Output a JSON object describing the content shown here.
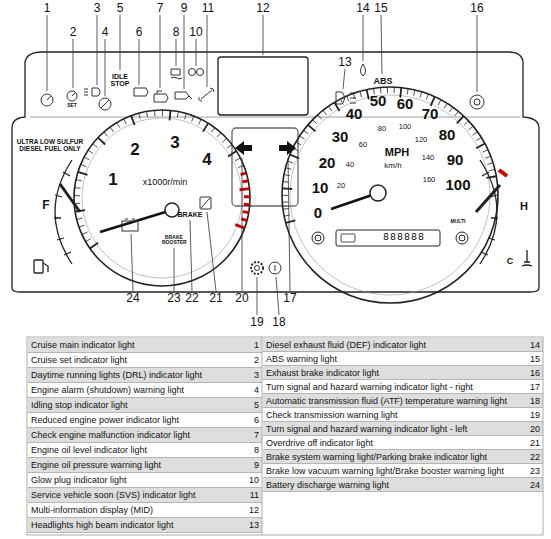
{
  "diagram": {
    "labels": [
      "1",
      "2",
      "3",
      "4",
      "5",
      "6",
      "7",
      "8",
      "9",
      "10",
      "11",
      "12",
      "13",
      "14",
      "15",
      "16",
      "SET",
      "IDLE STOP",
      "ABS",
      "17",
      "18",
      "19",
      "20",
      "21",
      "22",
      "23",
      "24",
      "ULTRA LOW SULFUR DIESEL FUEL ONLY",
      "F",
      "1",
      "2",
      "3",
      "4",
      "x1000r/min",
      "BRAKE",
      "BRAKE BOOSTER",
      "0",
      "10",
      "20",
      "30",
      "40",
      "50",
      "60",
      "70",
      "80",
      "90",
      "100",
      "MPH",
      "20",
      "40",
      "60",
      "80",
      "100",
      "120",
      "140",
      "160",
      "km/h",
      "MULTI",
      "888888",
      "H",
      "C",
      "Cruise main indicator light",
      "1",
      "Cruise set indicator light",
      "2",
      "Daytime running lights (DRL) indicator light",
      "3",
      "Engine alarm (shutdown) warning light",
      "4",
      "Idling stop indicator light",
      "5",
      "Reduced engine power indicator light",
      "6",
      "Check engine malfunction indicator light",
      "7",
      "Engine oil level indicator light",
      "8",
      "Engine oil pressure warning light",
      "9",
      "Glow plug indicator light",
      "10",
      "Service vehicle soon (SVS) indicator light",
      "11",
      "Multi-information display (MID)",
      "12",
      "Headlights high beam indicator light",
      "13",
      "Diesel exhaust fluid (DEF) indicator light",
      "14",
      "ABS warning light",
      "15",
      "Exhaust brake indicator light",
      "16",
      "Turn signal and hazard warning indicator light - right",
      "17",
      "Automatic transmission fluid (ATF) temperature warning light",
      "18",
      "Check transmission warning light",
      "19",
      "Turn signal and hazard warning indicator light - left",
      "20",
      "Overdrive off indicator light",
      "21",
      "Brake system warning light/Parking brake indicator light",
      "22",
      "Brake low vacuum warning light/Brake booster warning light",
      "23",
      "Battery discharge warning light",
      "24"
    ]
  }
}
